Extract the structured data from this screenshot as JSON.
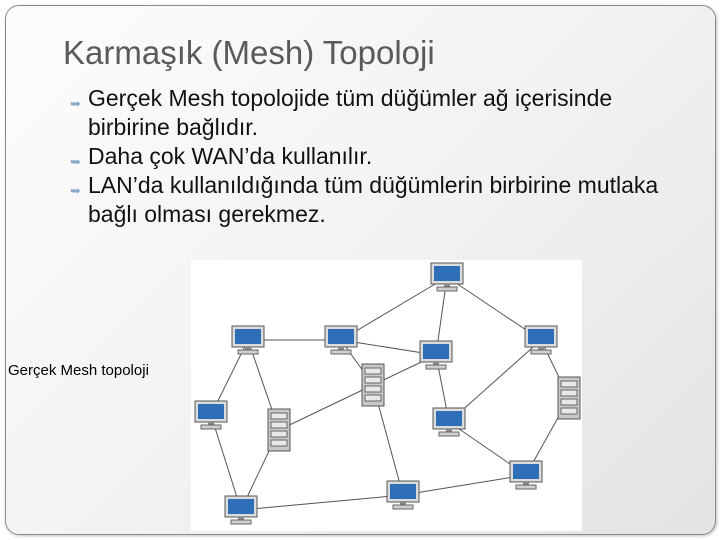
{
  "slide": {
    "title": "Karmaşık (Mesh) Topoloji",
    "bullets": [
      {
        "text": "Gerçek Mesh topolojide tüm düğümler ağ içerisinde birbirine bağlıdır."
      },
      {
        "text": "Daha çok WAN’da kullanılır."
      },
      {
        "text": "LAN’da kullanıldığında tüm düğümlerin birbirine mutlaka bağlı olması gerekmez."
      }
    ],
    "bullet_icon": "curved-arrow-bullet-icon",
    "figure_caption": "Gerçek Mesh topoloji"
  },
  "colors": {
    "title": "#5a5a5a",
    "screen": "#2e6fb8",
    "bullet": "#8aa9c8"
  }
}
